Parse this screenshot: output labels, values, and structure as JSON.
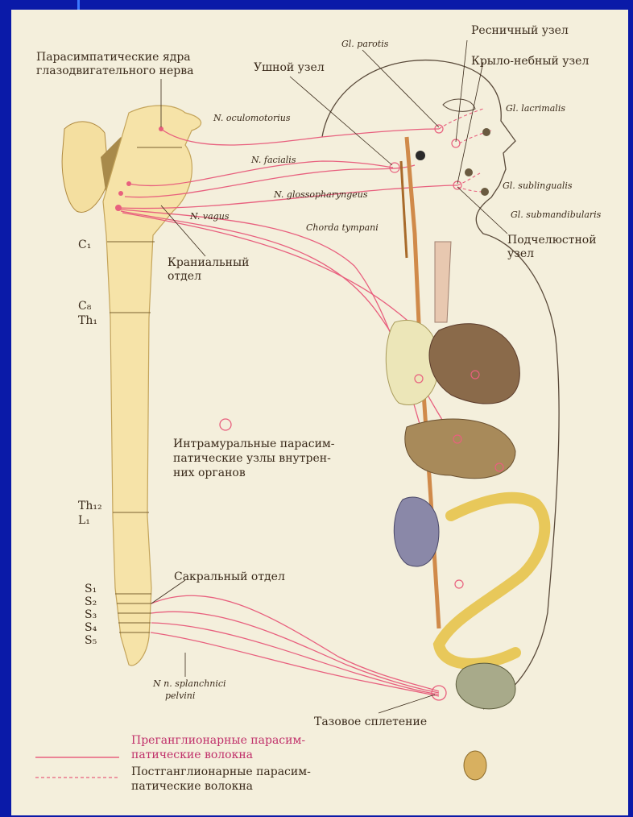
{
  "colors": {
    "background": "#0a1aa8",
    "paper": "#f4efdc",
    "nerve": "#e8607e",
    "spine": "#f6e3a8",
    "label": "#3a2a1a",
    "legend_label": "#c0306a"
  },
  "labels": {
    "nuclei": [
      "Парасимпатические ядра",
      "глазодвигательного нерва"
    ],
    "gl_parotis": "Gl. parotis",
    "ciliary": "Ресничный узел",
    "ear": "Ушной узел",
    "pterygopalatine": "Крыло-небный узел",
    "n_oculomotorius": "N. oculomotorius",
    "gl_lacrimalis": "Gl. lacrimalis",
    "n_facialis": "N. facialis",
    "n_glosso": "N. glossopharyngeus",
    "gl_sublingualis": "Gl. sublingualis",
    "n_vagus": "N. vagus",
    "chorda": "Chorda tympani",
    "gl_submandibularis": "Gl. submandibularis",
    "submandibular": [
      "Подчелюстной",
      "узел"
    ],
    "cranial": [
      "Краниальный",
      "отдел"
    ],
    "c1": "C₁",
    "c8": "C₈",
    "th1": "Th₁",
    "th12": "Th₁₂",
    "l1": "L₁",
    "intramural": [
      "Интрамуральные парасим-",
      "патические узлы внутрен-",
      "них органов"
    ],
    "sacral": "Сакральный отдел",
    "s_segments": [
      "S₁",
      "S₂",
      "S₃",
      "S₄",
      "S₅"
    ],
    "splanchnici": [
      "N n. splanchnici",
      "pelvini"
    ],
    "pelvic": "Тазовое сплетение"
  },
  "legend": {
    "pre": [
      "Преганглионарные парасим-",
      "патические волокна"
    ],
    "post": [
      "Постганглионарные парасим-",
      "патические волокна"
    ]
  }
}
